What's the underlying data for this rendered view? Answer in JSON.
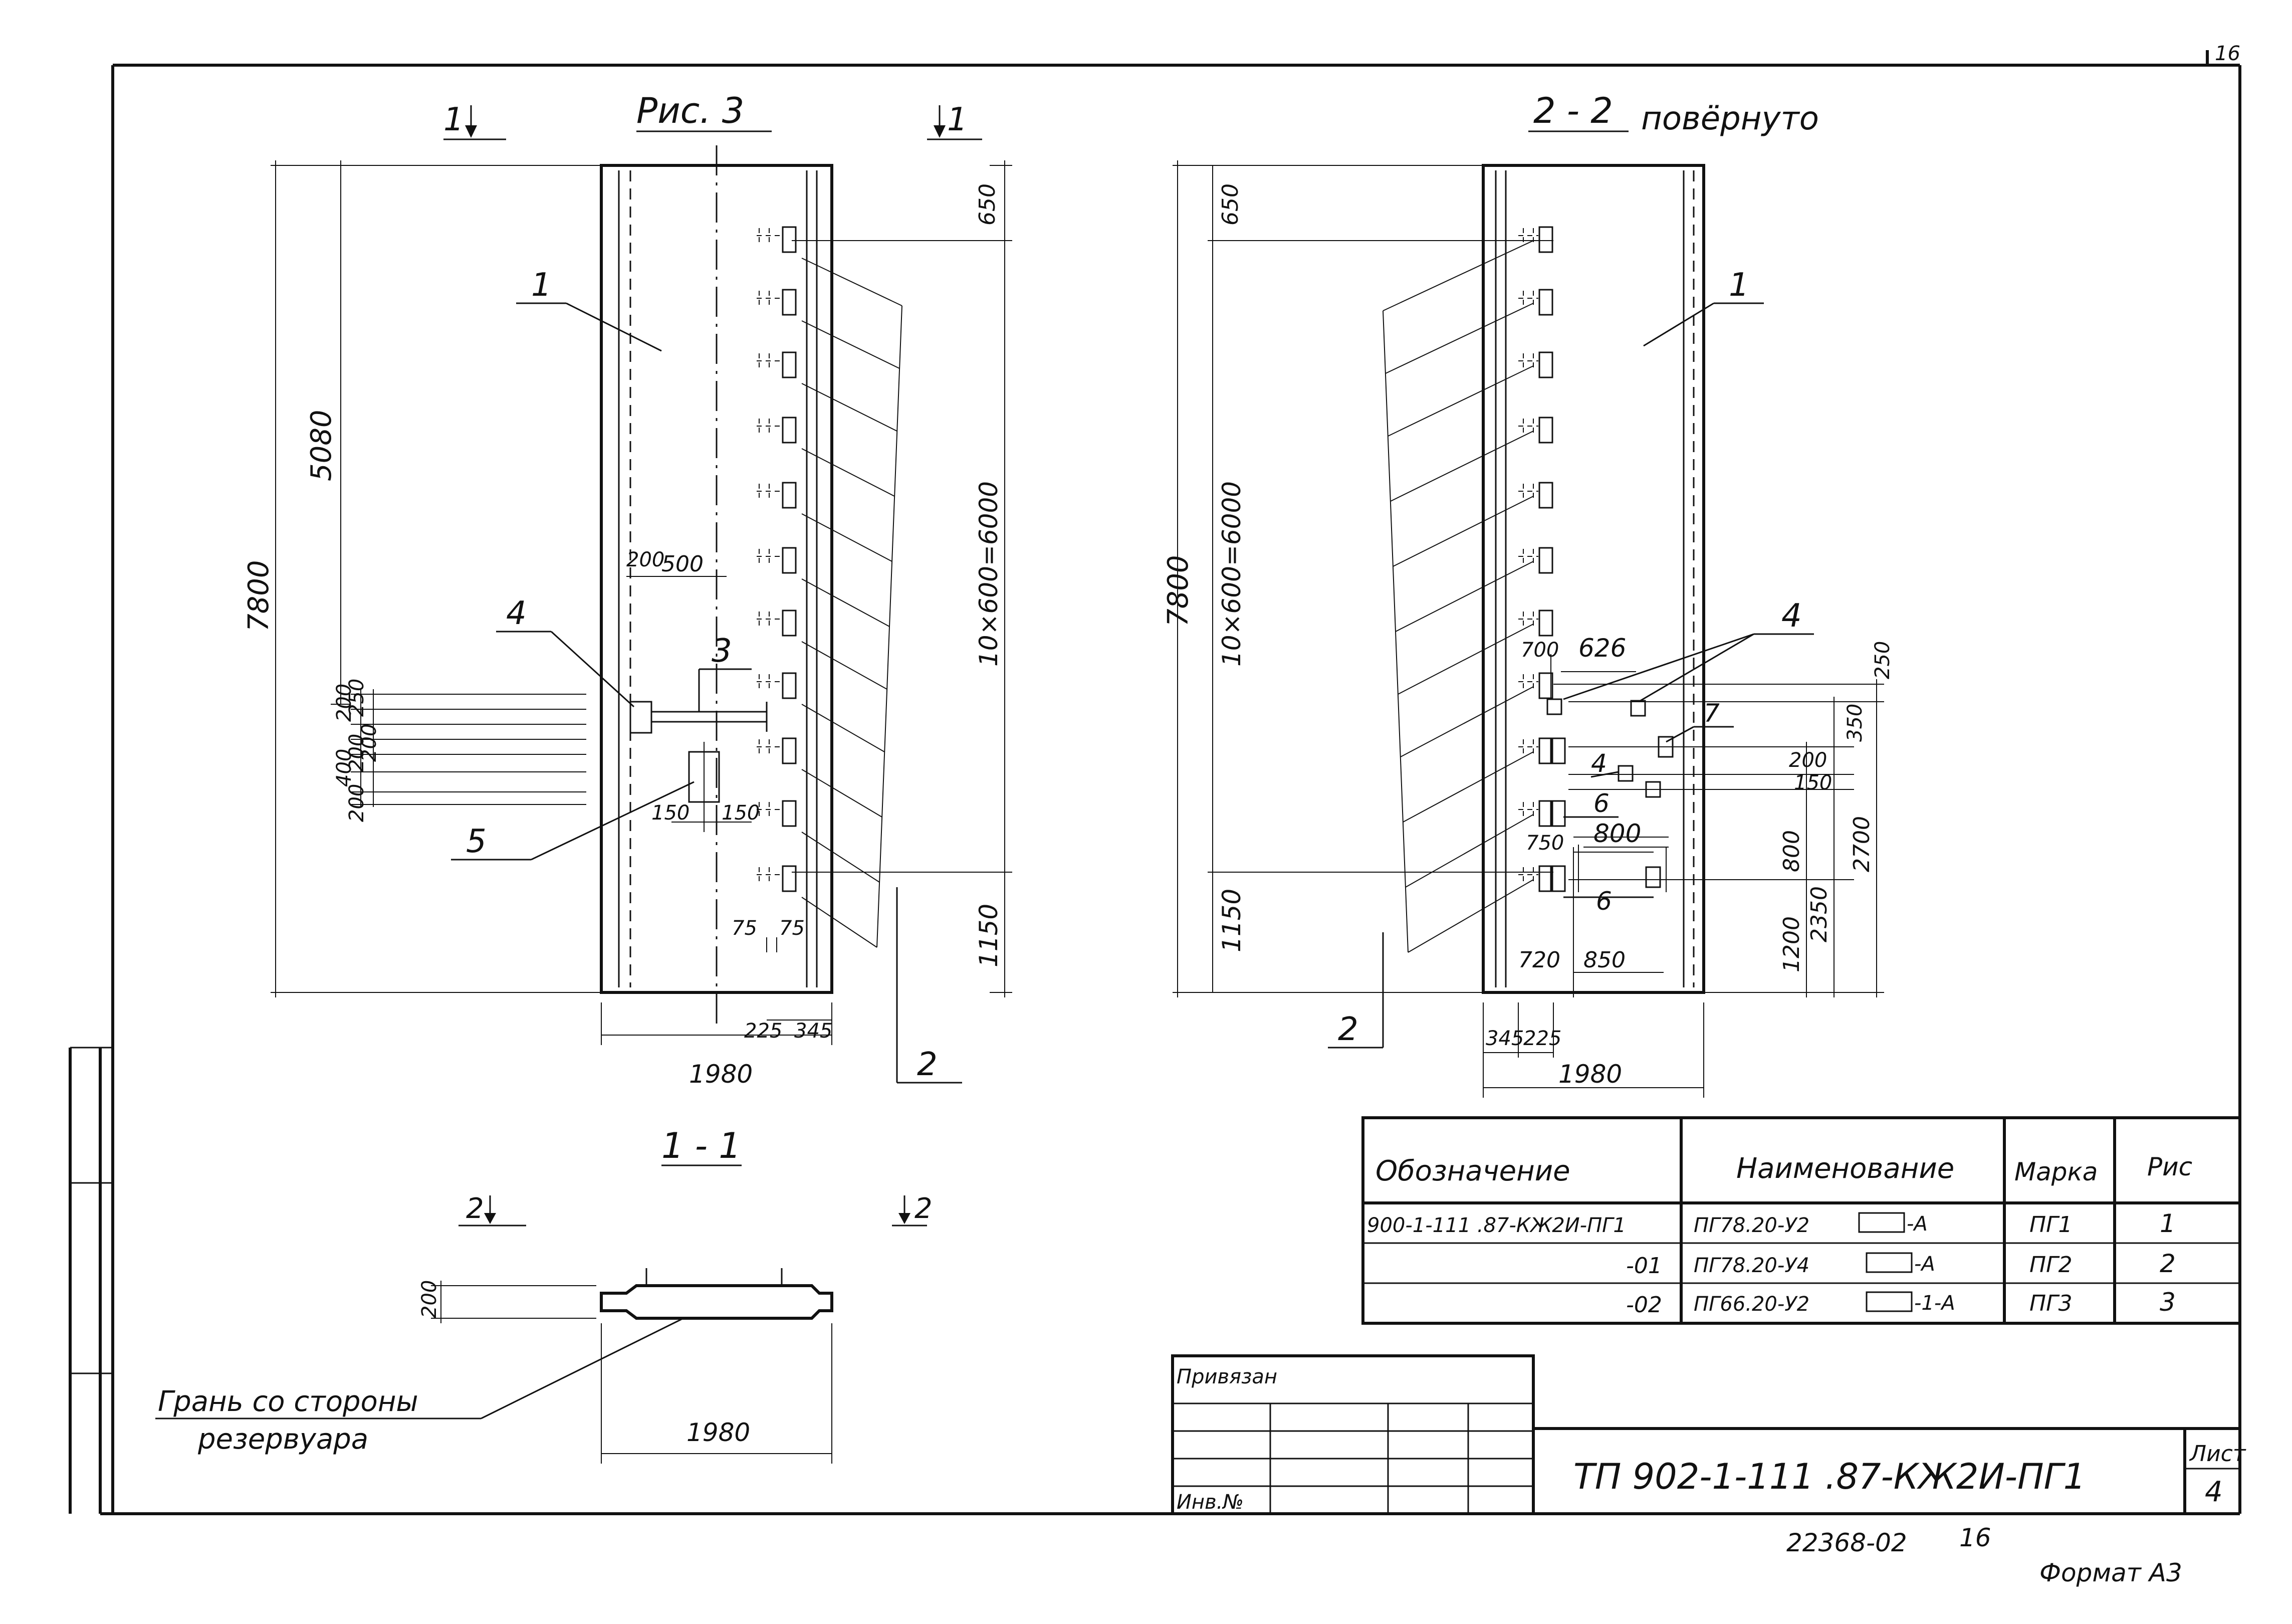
{
  "sheet": {
    "sheet_number_top": "16"
  },
  "view_fig3": {
    "title": "Рис. 3",
    "section_mark_left": "1",
    "section_mark_right": "1",
    "dim_total_height": "7800",
    "dim_upper": "5080",
    "dim_right_top": "650",
    "dim_right_middle": "10×600=6000",
    "dim_right_bottom": "1150",
    "dim_left_stack": [
      "400",
      "200",
      "200",
      "250",
      "200",
      "200"
    ],
    "dim_200": "200",
    "dim_500": "500",
    "dim_150_a": "150",
    "dim_150_b": "150",
    "dim_75_a": "75",
    "dim_75_b": "75",
    "dim_225": "225",
    "dim_345": "345",
    "dim_width": "1980",
    "callouts": [
      "1",
      "2",
      "3",
      "4",
      "5"
    ]
  },
  "view_2_2": {
    "title_mark": "2 - 2",
    "title_note": "повёрнуто",
    "dim_total_height": "7800",
    "dim_top": "650",
    "dim_middle": "10×600=6000",
    "dim_bottom": "1150",
    "dim_700": "700",
    "dim_626": "626",
    "dim_250": "250",
    "dim_350": "350",
    "dim_200": "200",
    "dim_150": "150",
    "dim_750": "750",
    "dim_800_h": "800",
    "dim_800_v": "800",
    "dim_1200": "1200",
    "dim_2350": "2350",
    "dim_2700": "2700",
    "dim_720": "720",
    "dim_850": "850",
    "dim_345": "345",
    "dim_225": "225",
    "dim_width": "1980",
    "callouts": [
      "1",
      "2",
      "4",
      "4",
      "6",
      "6",
      "7"
    ]
  },
  "section_1_1": {
    "title": "1 - 1",
    "mark_left": "2",
    "mark_right": "2",
    "dim_thickness": "200",
    "dim_width": "1980",
    "note_line1": "Грань со стороны",
    "note_line2": "резервуара"
  },
  "spec_table": {
    "headers": [
      "Обозначение",
      "Наименование",
      "Марка",
      "Рис"
    ],
    "rows": [
      {
        "designation": "900-1-111 .87-КЖ2И-ПГ1",
        "name": "ПГ78.20-У2",
        "name_suffix": "-А",
        "mark": "ПГ1",
        "fig": "1"
      },
      {
        "designation": "-01",
        "name": "ПГ78.20-У4",
        "name_suffix": "-А",
        "mark": "ПГ2",
        "fig": "2"
      },
      {
        "designation": "-02",
        "name": "ПГ66.20-У2",
        "name_suffix": "-1-А",
        "mark": "ПГ3",
        "fig": "3"
      }
    ]
  },
  "title_block": {
    "privyazan": "Привязан",
    "inv_no": "Инв.№",
    "designation": "ТП 902-1-111 .87-КЖ2И-ПГ1",
    "list_label": "Лист",
    "list_number": "4",
    "archive_number": "22368-02",
    "archive_page": "16",
    "format": "Формат А3"
  }
}
